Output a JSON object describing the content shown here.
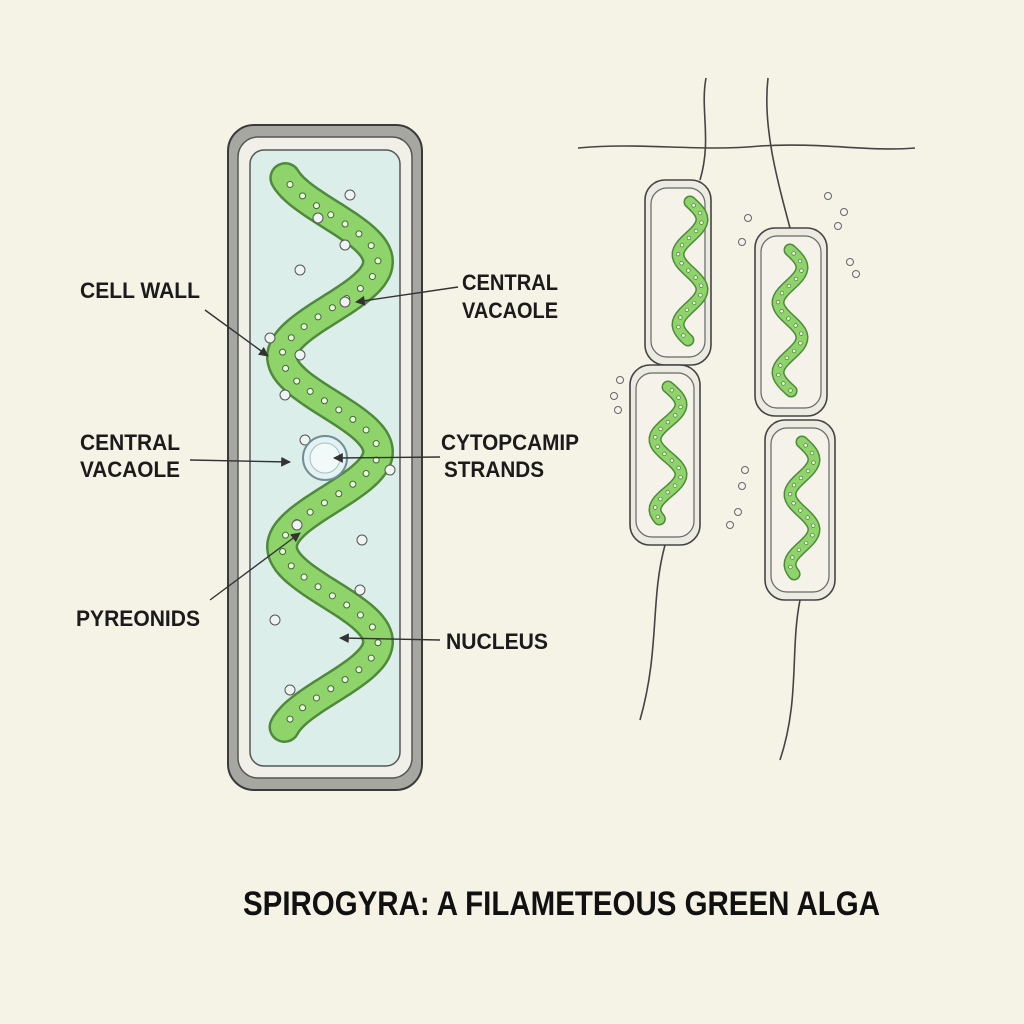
{
  "title": "SPIROGYRA: A FILAMETEOUS GREEN ALGA",
  "labels": {
    "cell_wall": "CELL WALL",
    "central_vacuole_right": [
      "CENTRAL",
      "VACAOLE"
    ],
    "central_vacuole_left": [
      "CENTRAL",
      "VACAOLE"
    ],
    "cytoplasmic_strands": [
      "CYTOPCAMIP",
      "STRANDS"
    ],
    "pyrenoids": "PYREONIDS",
    "nucleus": "NUCLEUS"
  },
  "colors": {
    "background": "#f5f2e6",
    "chloroplast": "#8fd46a",
    "chloroplast_outline": "#4f8a3c",
    "cell_wall": "#9a9a96",
    "vacuole": "#d7ece9"
  }
}
